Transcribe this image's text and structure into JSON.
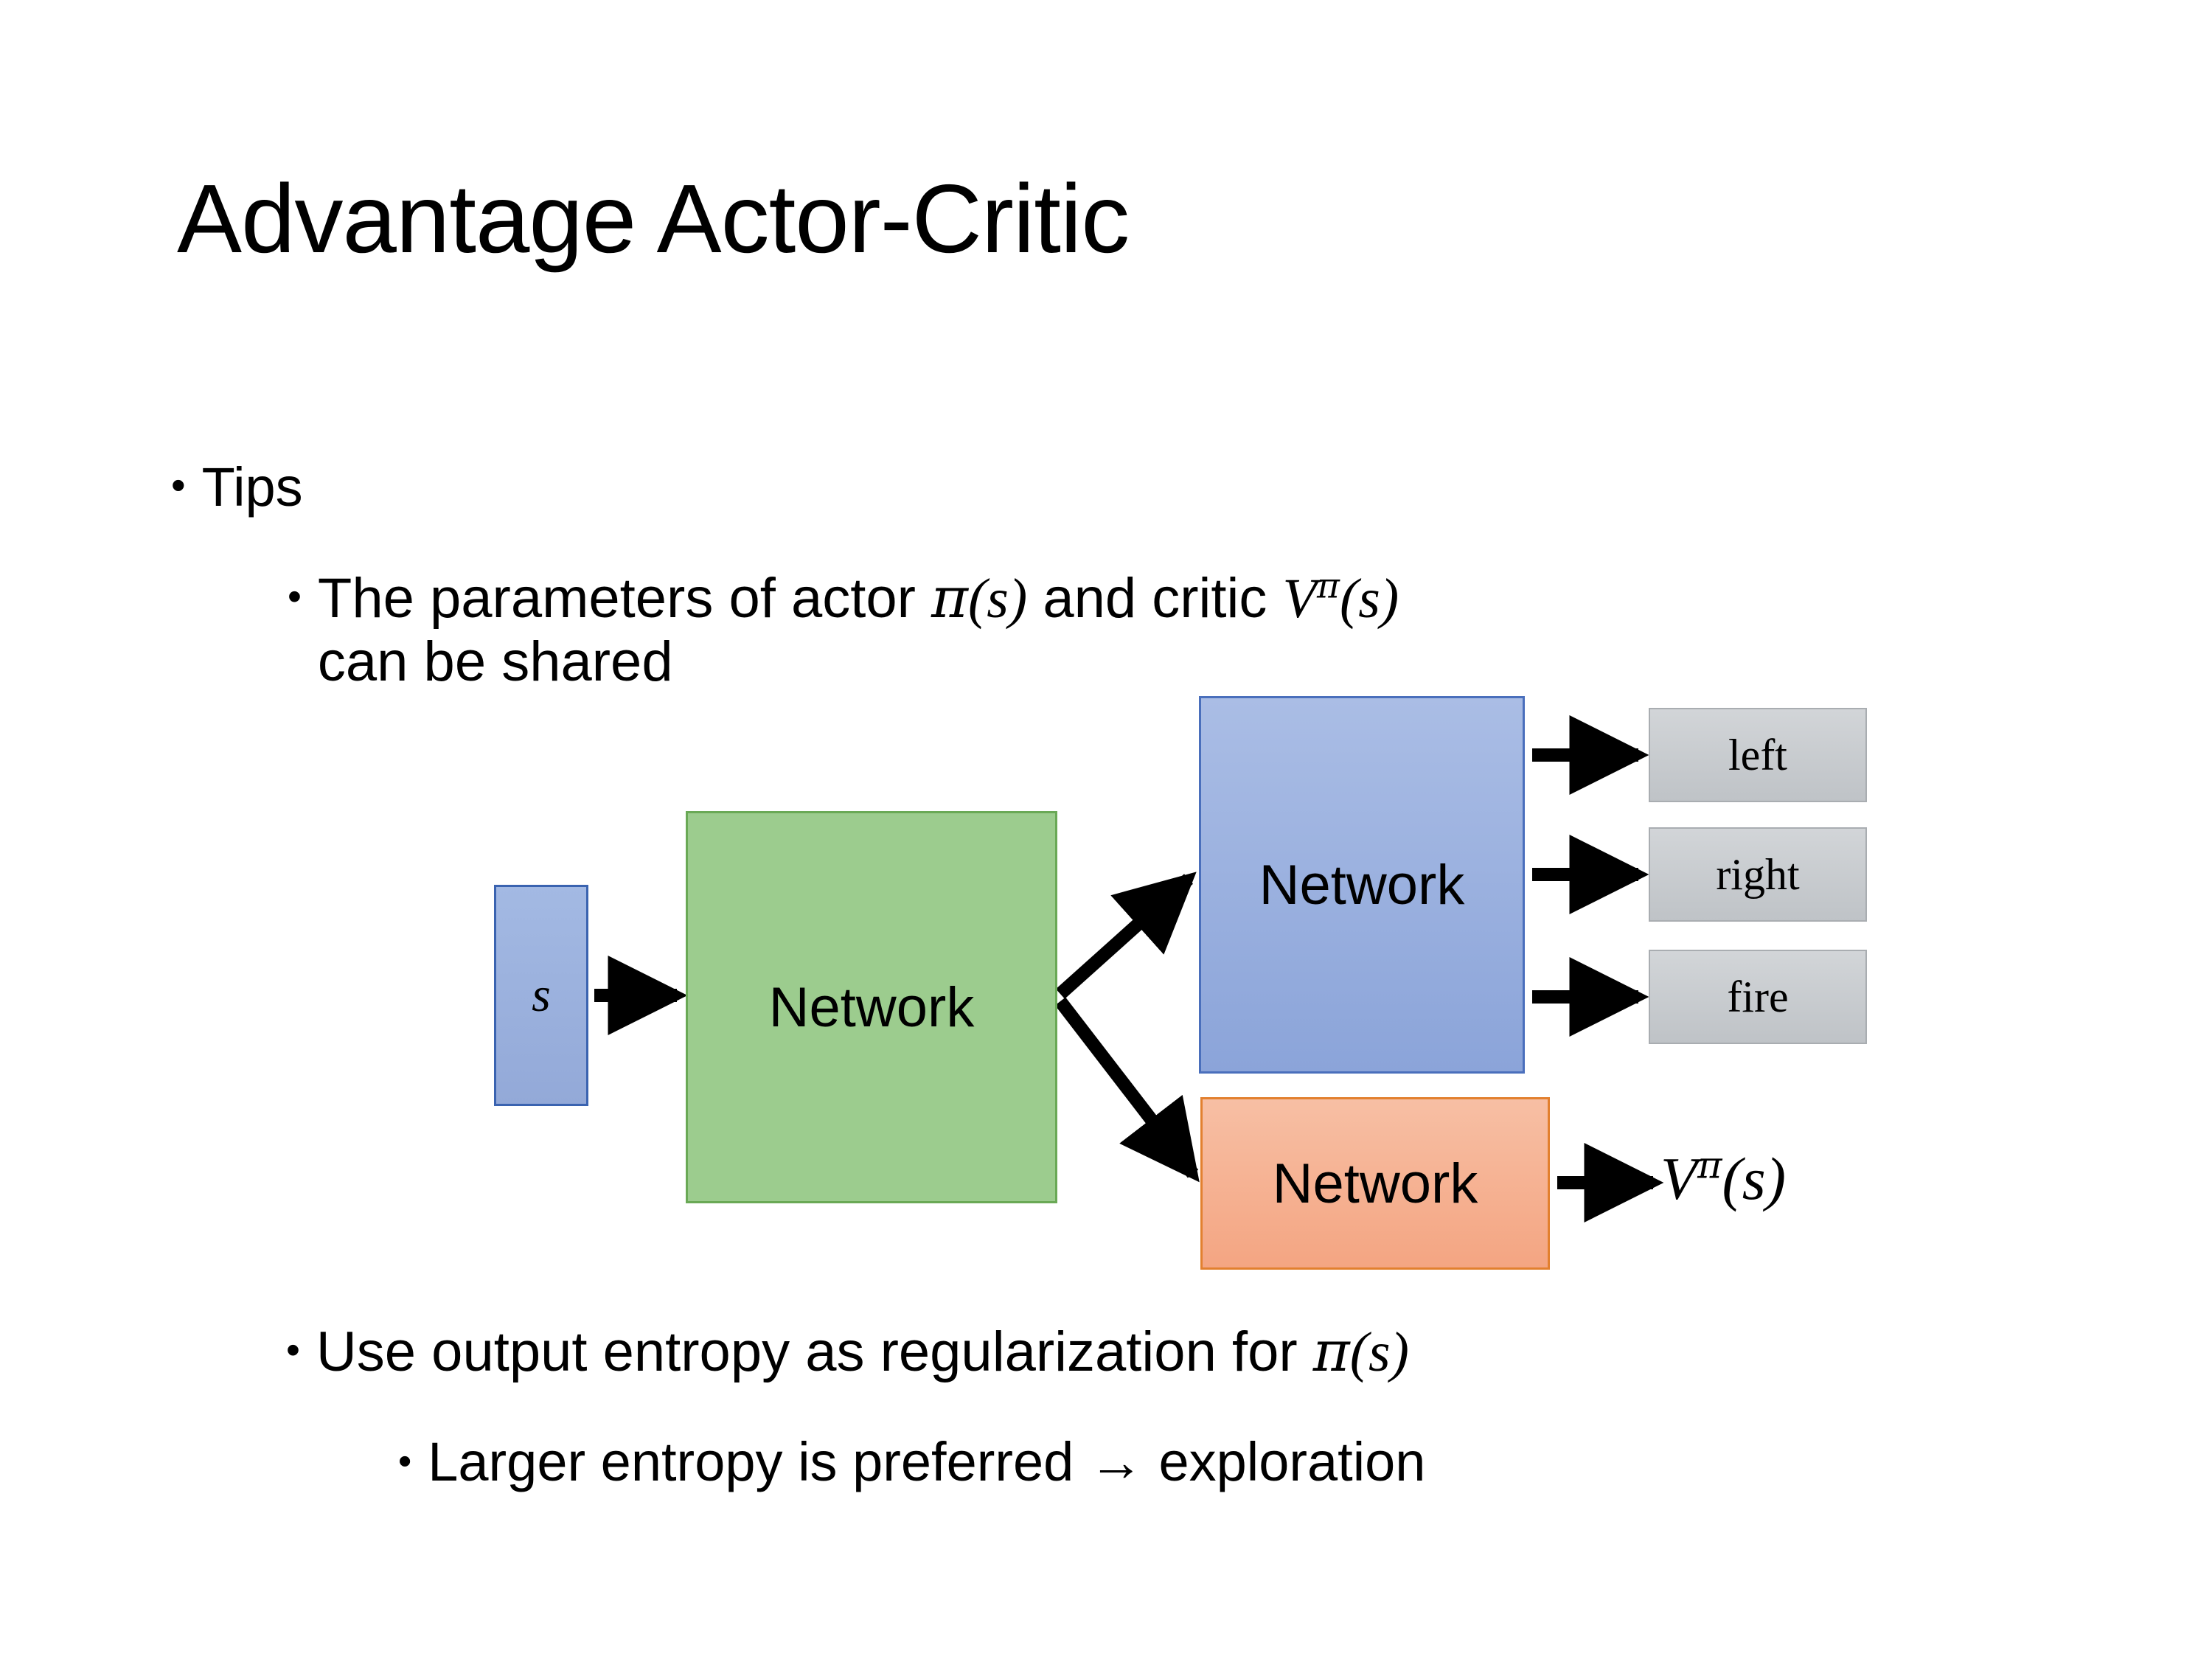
{
  "slide": {
    "title": "Advantage Actor-Critic",
    "background_color": "#ffffff",
    "text_color": "#000000"
  },
  "bullets": {
    "tips": "Tips",
    "params_prefix": "The parameters of actor ",
    "params_actor_math": "π(s)",
    "params_middle": "  and critic ",
    "params_critic_math": "Vπ(s)",
    "params_line2": "can be shared",
    "entropy_prefix": "Use output entropy as regularization for ",
    "entropy_math": "π(s)",
    "larger": "Larger entropy is preferred → exploration",
    "bullet_glyph": "•"
  },
  "diagram": {
    "input_label": "s",
    "shared_network_label": "Network",
    "actor_network_label": "Network",
    "critic_network_label": "Network",
    "actions": [
      "left",
      "right",
      "fire"
    ],
    "critic_output_label": "Vπ(s)",
    "colors": {
      "input_fill": "#93a9d8",
      "input_border": "#3a63b0",
      "shared_fill": "#9ccc8e",
      "shared_border": "#6aa956",
      "actor_fill": "#8ba4d9",
      "actor_border": "#4a6fbc",
      "critic_fill": "#f4a582",
      "critic_border": "#e2802f",
      "action_fill": "#c6cacd",
      "action_border": "#a9adb1",
      "arrow": "#000000"
    }
  }
}
